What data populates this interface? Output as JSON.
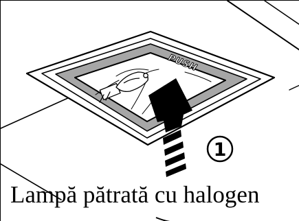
{
  "illustration": {
    "push_label": "PUSH",
    "step_number": "1"
  },
  "caption": {
    "text": "Lampă pătrată cu halogen"
  },
  "colors": {
    "line": "#000000",
    "panel_gray": "#a6a6a6",
    "background": "#ffffff"
  },
  "icons": {
    "lamp": "halogen-bulb-icon",
    "arrow": "push-arrow-icon"
  }
}
